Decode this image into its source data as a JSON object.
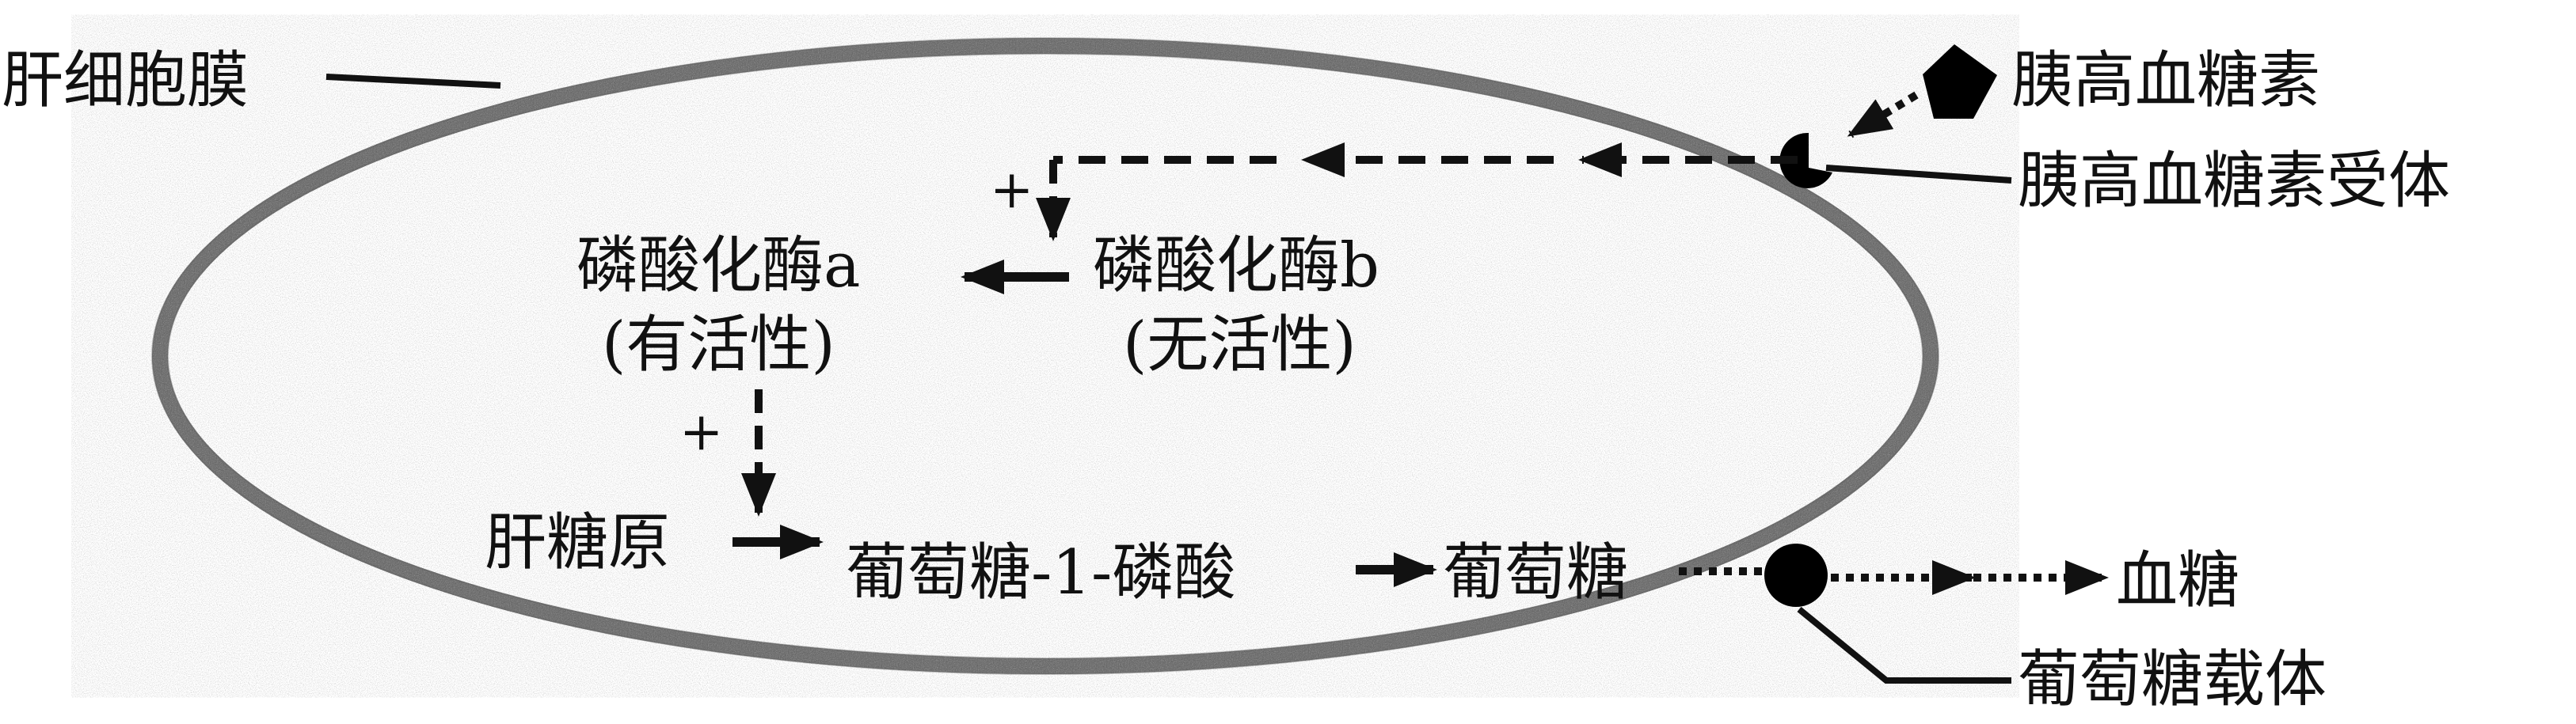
{
  "labels": {
    "membrane": "肝细胞膜",
    "glucagon": "胰高血糖素",
    "receptor": "胰高血糖素受体",
    "phosphorylase_a": "磷酸化酶a",
    "active": "(有活性)",
    "phosphorylase_b": "磷酸化酶b",
    "inactive": "(无活性)",
    "glycogen": "肝糖原",
    "g1p": "葡萄糖-1-磷酸",
    "glucose": "葡萄糖",
    "blood_glucose": "血糖",
    "transporter": "葡萄糖载体",
    "plus_top": "+",
    "plus_left": "+"
  },
  "colors": {
    "ink": "#111111",
    "membrane": "#8a8a8a"
  }
}
